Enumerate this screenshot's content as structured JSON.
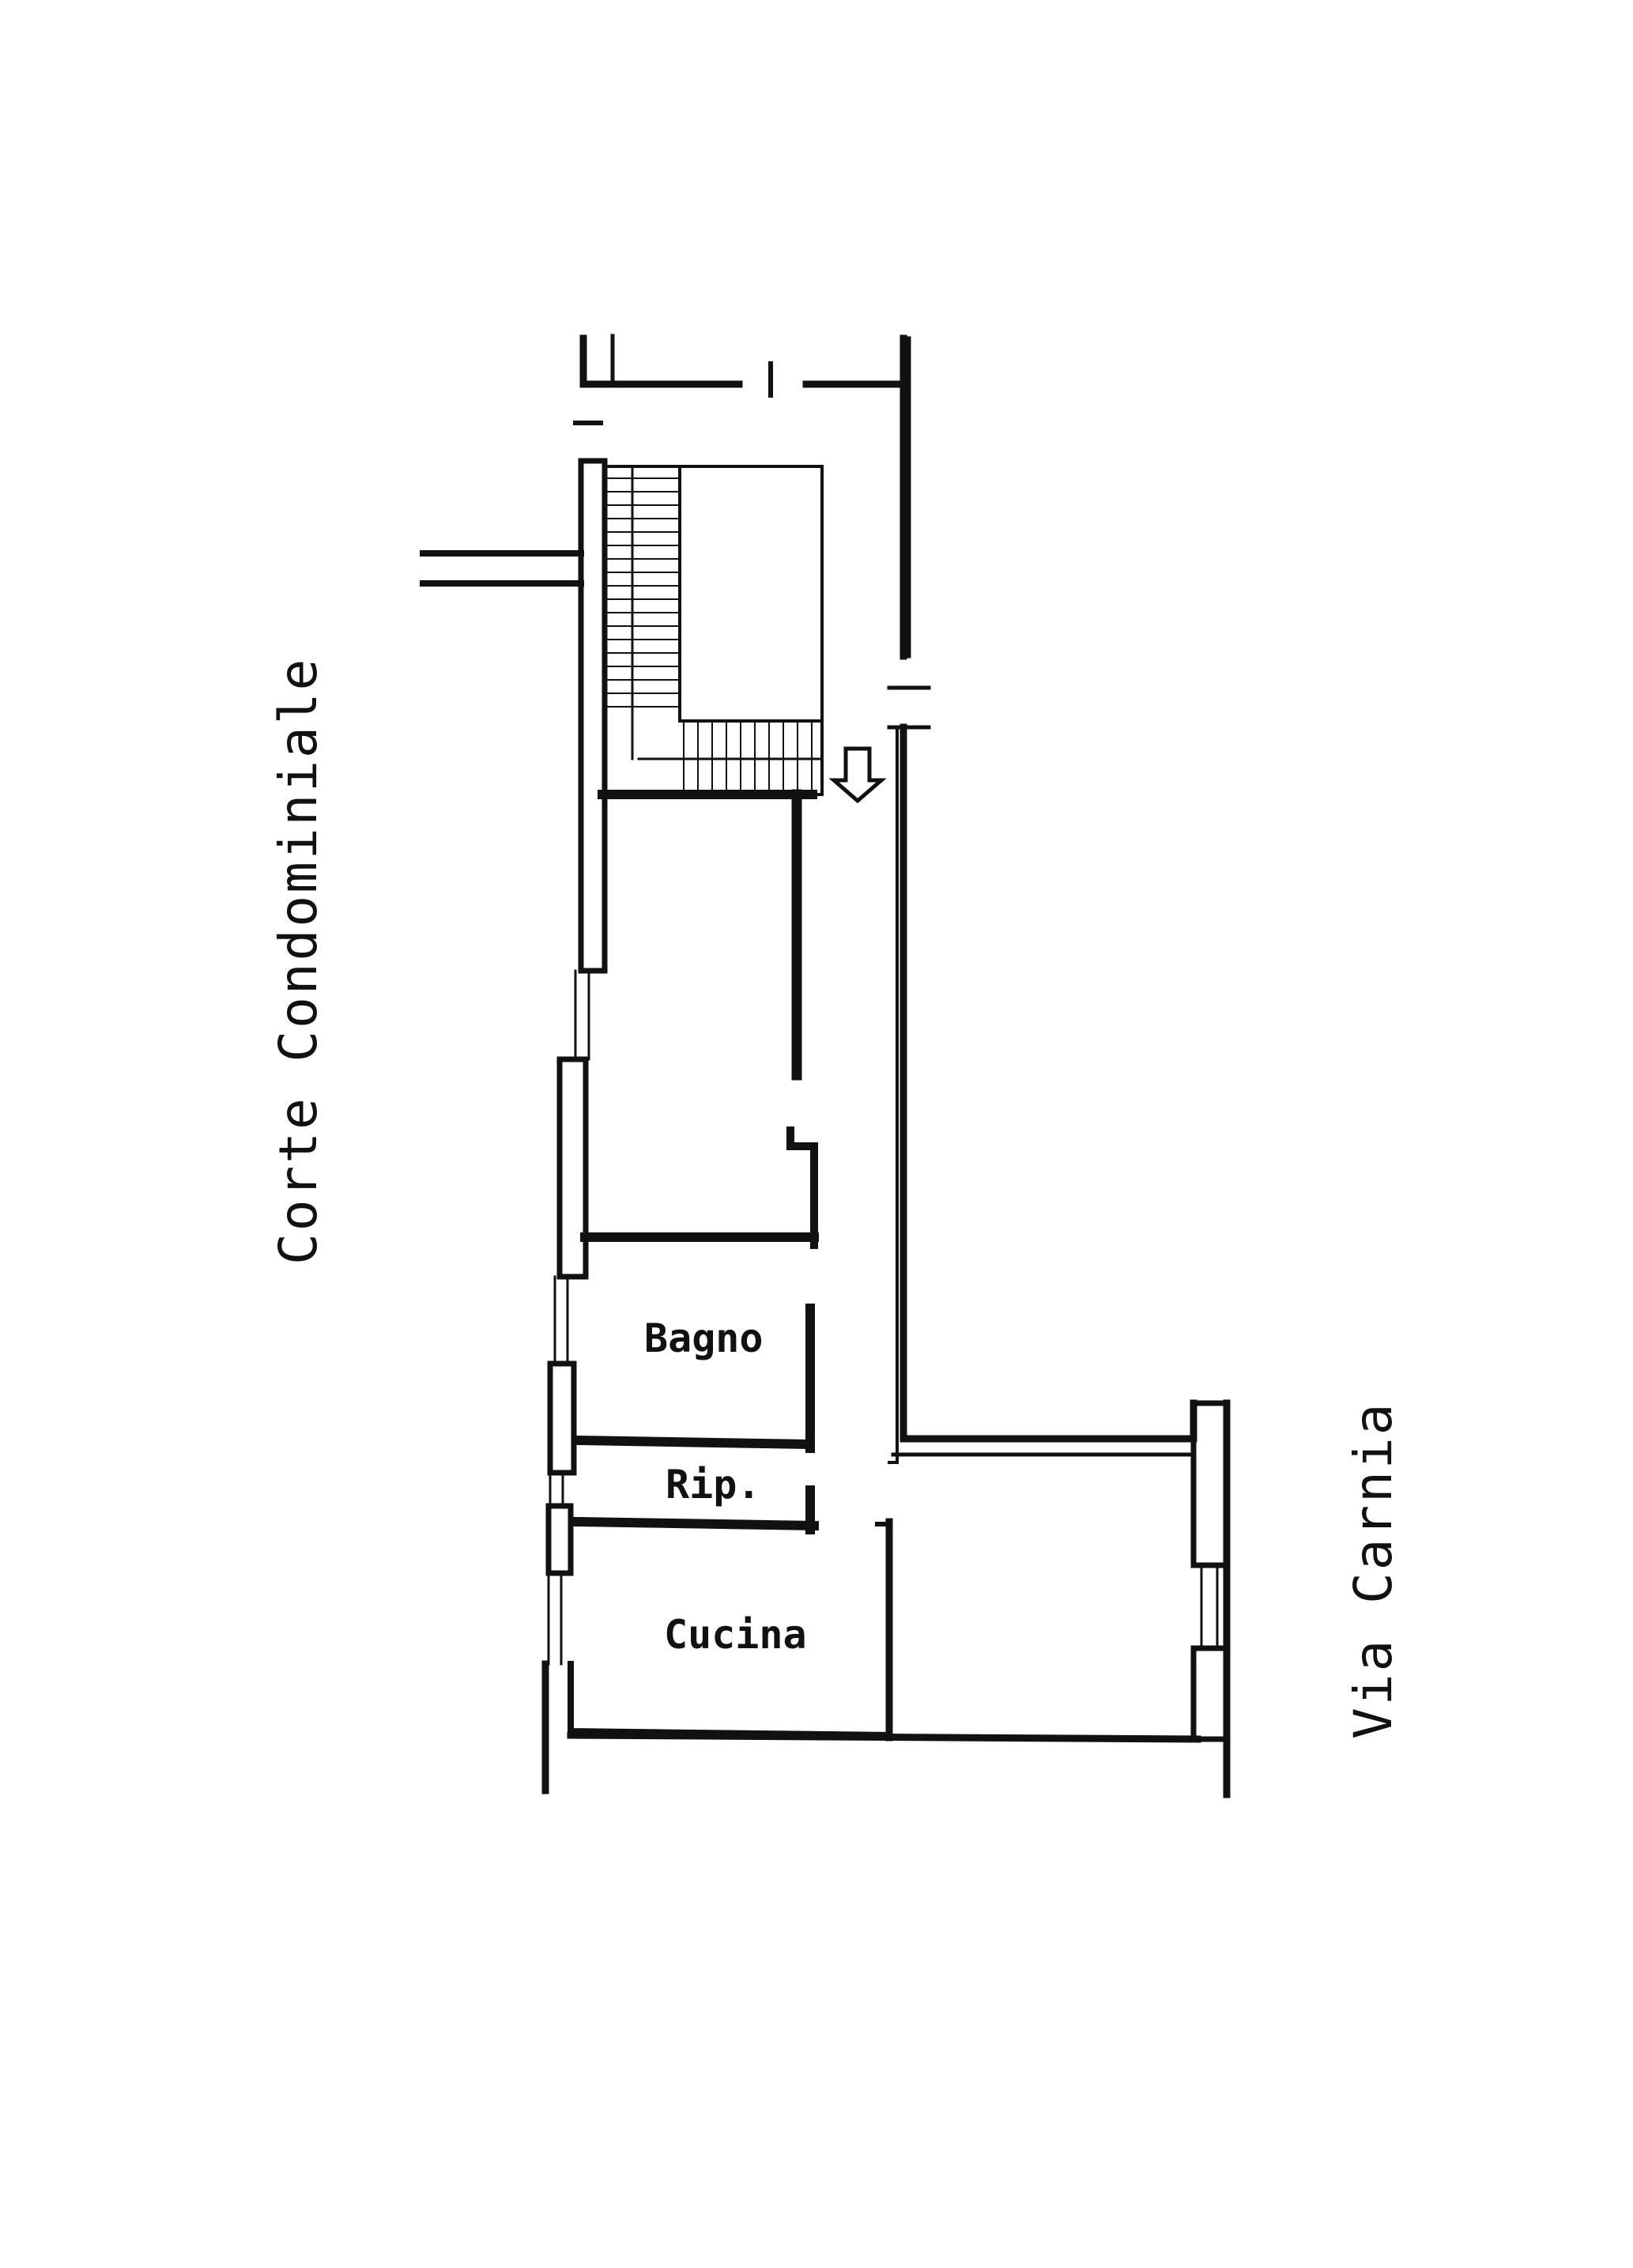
{
  "labels": {
    "courtyard": "Corte  Condominiale",
    "street": "Via  Carnia",
    "bathroom": "Bagno",
    "storage": "Rip.",
    "kitchen": "Cucina"
  },
  "icons": {
    "entrance": "arrow-down-outline"
  },
  "colors": {
    "ink": "#111111",
    "paper": "#ffffff"
  }
}
